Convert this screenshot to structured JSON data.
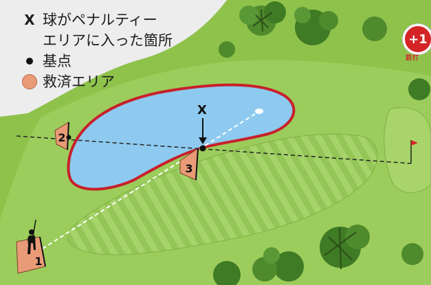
{
  "legend": {
    "x_symbol": "X",
    "line1": "球がペナルティー",
    "line2": "エリアに入った箇所",
    "reference_point": "基点",
    "relief_area": "救済エリア"
  },
  "labels": {
    "entry_x": "X",
    "relief_1": "1",
    "relief_2": "2",
    "relief_3": "3"
  },
  "badge": {
    "text": "+1",
    "subtext": "罰打"
  },
  "colors": {
    "rough": "#8cc24a",
    "fairway": "#a8d46a",
    "fairway_stripe": "#98c85a",
    "water": "#8ecaf0",
    "hazard_line": "#c8202a",
    "relief": "#e99a76",
    "sand": "#ececec",
    "tree": "#3f7a24"
  },
  "icons": [
    "golfer-icon",
    "flag-icon",
    "tree-icon",
    "penalty-badge-icon"
  ]
}
